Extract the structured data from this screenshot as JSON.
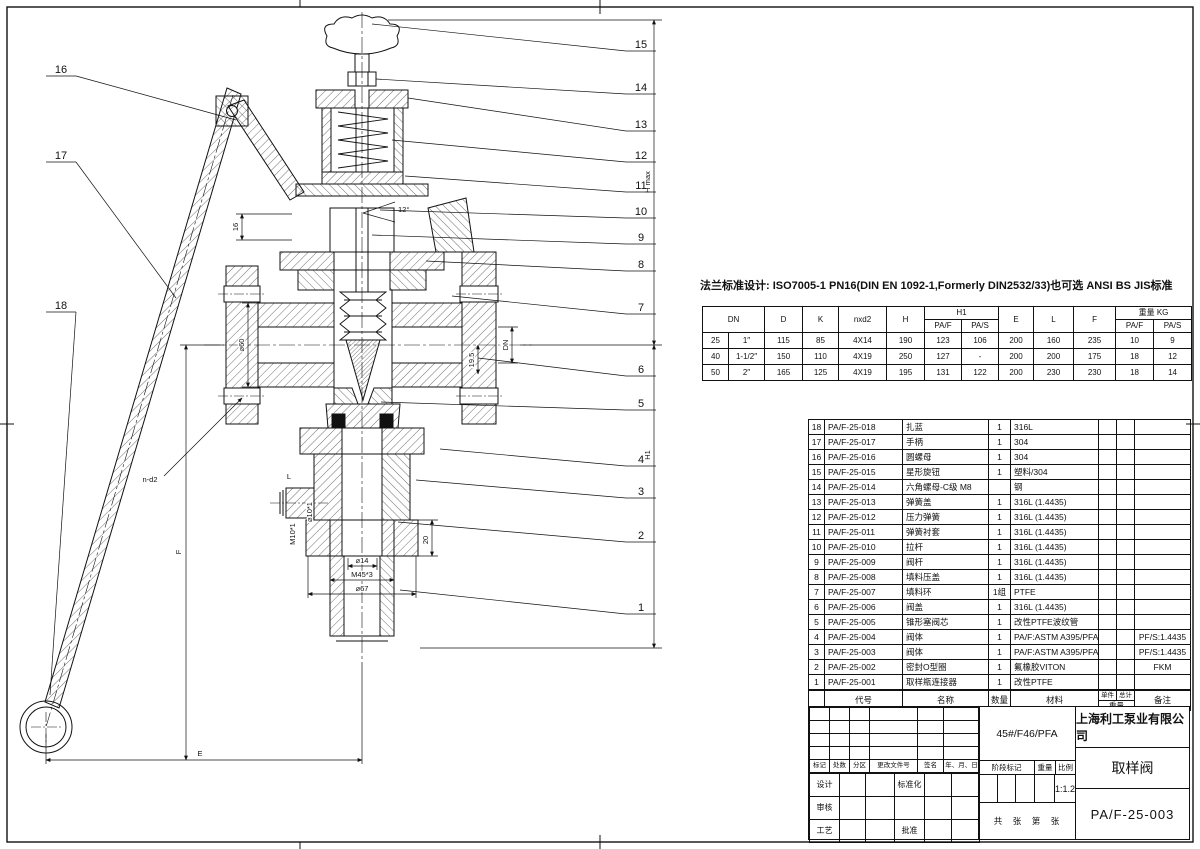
{
  "flange_note": "法兰标准设计: ISO7005-1 PN16(DIN EN 1092-1,Formerly DIN2532/33)也可选 ANSI BS JIS标准",
  "dim_table": {
    "headers": [
      "DN",
      "D",
      "K",
      "nxd2",
      "H",
      "H1",
      "E",
      "L",
      "F",
      "重量  KG"
    ],
    "sub": [
      "PA/F",
      "PA/S",
      "PA/F",
      "PA/S"
    ],
    "rows": [
      [
        "25",
        "1″",
        "115",
        "85",
        "4X14",
        "190",
        "123",
        "106",
        "200",
        "160",
        "235",
        "10",
        "9"
      ],
      [
        "40",
        "1-1/2″",
        "150",
        "110",
        "4X19",
        "250",
        "127",
        "-",
        "200",
        "200",
        "175",
        "18",
        "12"
      ],
      [
        "50",
        "2″",
        "165",
        "125",
        "4X19",
        "195",
        "131",
        "122",
        "200",
        "230",
        "230",
        "18",
        "14"
      ]
    ]
  },
  "bom": {
    "headers": {
      "code": "代号",
      "name": "名称",
      "qty": "数量",
      "material": "材料",
      "unit": "单件",
      "total": "总计",
      "weight": "重量",
      "remark": "备注"
    },
    "rows": [
      [
        "18",
        "PA/F-25-018",
        "扎蓝",
        "1",
        "316L",
        "",
        "",
        ""
      ],
      [
        "17",
        "PA/F-25-017",
        "手柄",
        "1",
        "304",
        "",
        "",
        ""
      ],
      [
        "16",
        "PA/F-25-016",
        "圆螺母",
        "1",
        "304",
        "",
        "",
        ""
      ],
      [
        "15",
        "PA/F-25-015",
        "星形旋钮",
        "1",
        "塑料/304",
        "",
        "",
        ""
      ],
      [
        "14",
        "PA/F-25-014",
        "六角螺母-C级 M8",
        "",
        "钢",
        "",
        "",
        ""
      ],
      [
        "13",
        "PA/F-25-013",
        "弹簧盖",
        "1",
        "316L (1.4435)",
        "",
        "",
        ""
      ],
      [
        "12",
        "PA/F-25-012",
        "压力弹簧",
        "1",
        "316L (1.4435)",
        "",
        "",
        ""
      ],
      [
        "11",
        "PA/F-25-011",
        "弹簧衬套",
        "1",
        "316L (1.4435)",
        "",
        "",
        ""
      ],
      [
        "10",
        "PA/F-25-010",
        "拉杆",
        "1",
        "316L (1.4435)",
        "",
        "",
        ""
      ],
      [
        "9",
        "PA/F-25-009",
        "阀杆",
        "1",
        "316L (1.4435)",
        "",
        "",
        ""
      ],
      [
        "8",
        "PA/F-25-008",
        "填料压盖",
        "1",
        "316L (1.4435)",
        "",
        "",
        ""
      ],
      [
        "7",
        "PA/F-25-007",
        "填料环",
        "1组",
        "PTFE",
        "",
        "",
        ""
      ],
      [
        "6",
        "PA/F-25-006",
        "阀盖",
        "1",
        "316L (1.4435)",
        "",
        "",
        ""
      ],
      [
        "5",
        "PA/F-25-005",
        "锥形塞阀芯",
        "1",
        "改性PTFE波纹管",
        "",
        "",
        ""
      ],
      [
        "4",
        "PA/F-25-004",
        "阀体",
        "1",
        "PA/F:ASTM A395/PFA",
        "",
        "",
        "PF/S:1.4435"
      ],
      [
        "3",
        "PA/F-25-003",
        "阀体",
        "1",
        "PA/F:ASTM A395/PFA",
        "",
        "",
        "PF/S:1.4435"
      ],
      [
        "2",
        "PA/F-25-002",
        "密封O型圈",
        "1",
        "氟橡胶VITON",
        "",
        "",
        "FKM"
      ],
      [
        "1",
        "PA/F-25-001",
        "取样瓶连接器",
        "1",
        "改性PTFE",
        "",
        "",
        ""
      ]
    ]
  },
  "title_block": {
    "company": "上海利工泵业有限公司",
    "drawing_title": "取样阀",
    "drawing_no": "PA/F-25-003",
    "material": "45#/F46/PFA",
    "scale": "1:1.2",
    "labels": {
      "mark": "标记",
      "count": "处数",
      "zone": "分区",
      "change_file": "更改文件号",
      "sign": "签名",
      "date": "年、月、日",
      "design": "设计",
      "standardize": "标准化",
      "review": "审核",
      "process": "工艺",
      "approve": "批准",
      "stage_mark": "阶段标记",
      "weight": "重量",
      "scale_lbl": "比例",
      "sheets": "共　张　第　张"
    }
  },
  "drawing": {
    "callouts_right": [
      "15",
      "14",
      "13",
      "12",
      "11",
      "10",
      "9",
      "8",
      "7",
      "6",
      "5",
      "4",
      "3",
      "2",
      "1"
    ],
    "callouts_left": [
      "16",
      "17",
      "18"
    ],
    "labels": {
      "angle": "12°",
      "dia60": "⌀60",
      "d16": "16",
      "dn": "DN",
      "d195": "19.5",
      "hmax": "H max",
      "h1": "H1",
      "e": "E",
      "f": "F",
      "nd2": "n-d2",
      "m10": "M10*1",
      "dia10": "⌀10*1",
      "l": "L",
      "d20": "20",
      "dia14": "⌀14",
      "m45": "M45*3",
      "dia67": "⌀67"
    }
  }
}
